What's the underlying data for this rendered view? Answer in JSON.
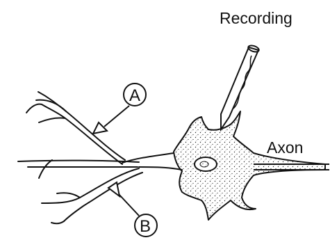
{
  "diagram": {
    "labels": {
      "recording": "Recording",
      "axon": "Axon",
      "synapse_a": "A",
      "synapse_b": "B"
    },
    "colors": {
      "ink": "#111111",
      "background": "#ffffff"
    }
  }
}
